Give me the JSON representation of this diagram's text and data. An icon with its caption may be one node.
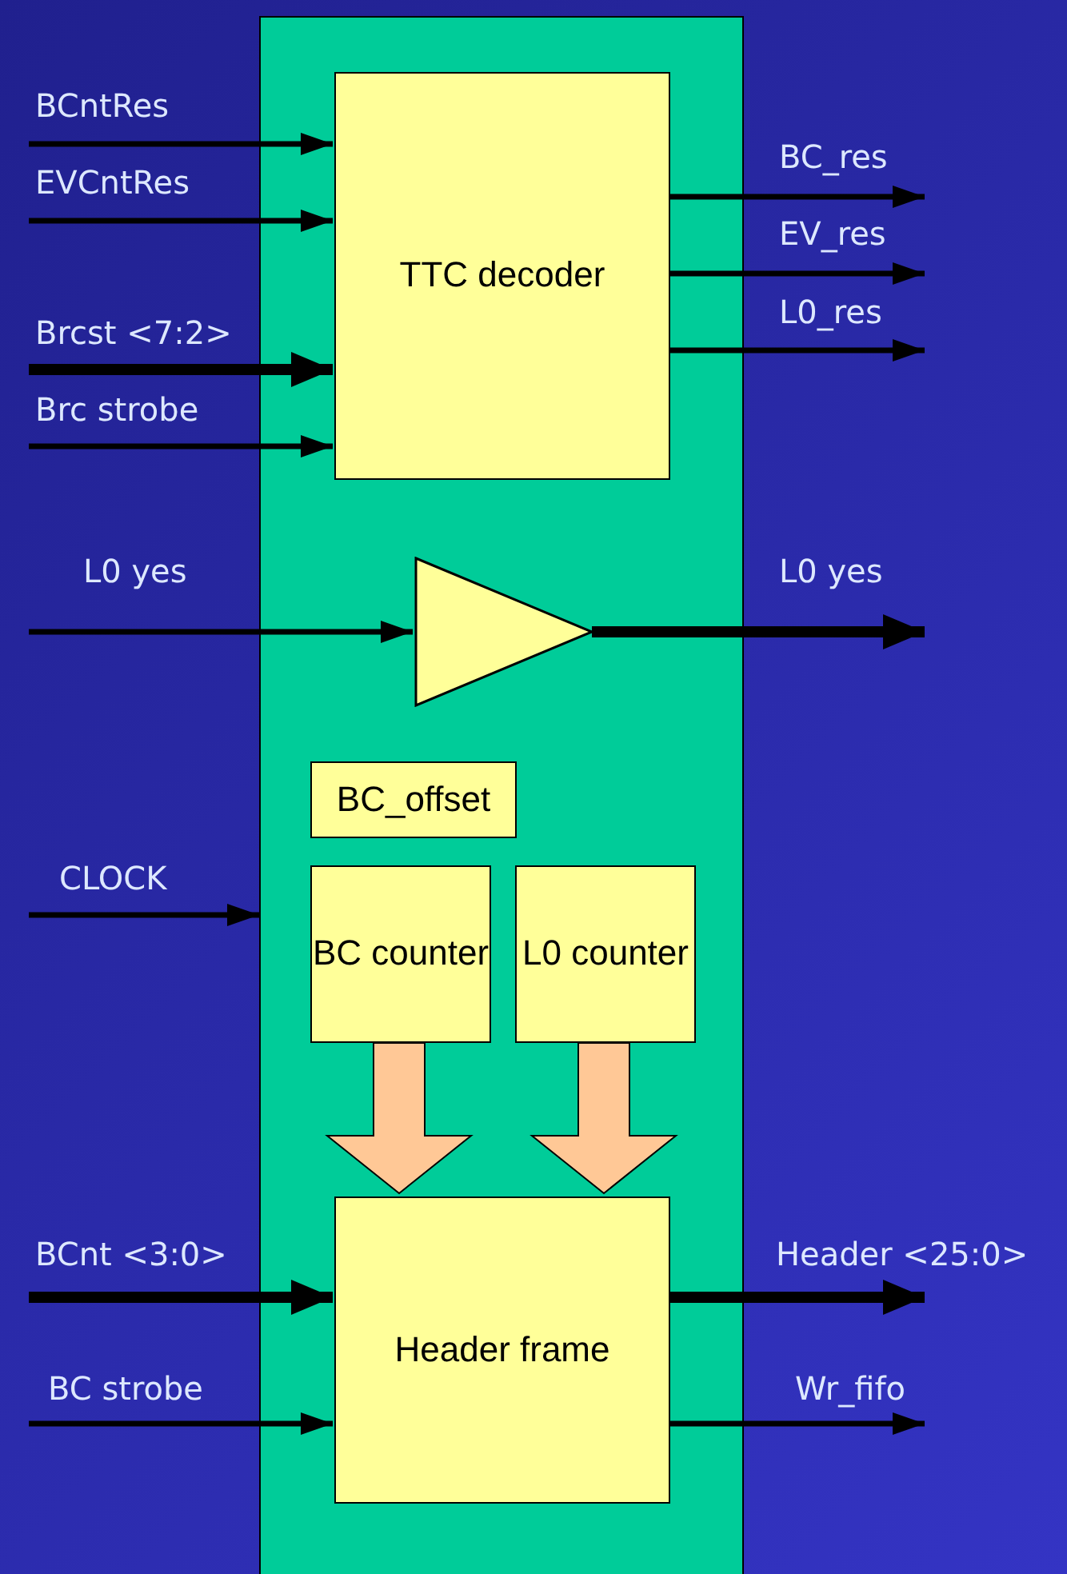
{
  "diagram": {
    "nodes": [
      {
        "text": [],
        "shape": "box"
      },
      {
        "text": [
          "TTC decoder"
        ],
        "in": 0
      },
      {
        "text": [],
        "shape": "triangle",
        "in": 0
      },
      {
        "text": [
          "BC_offset"
        ],
        "in": 0
      },
      {
        "text": [
          "BC counter"
        ],
        "in": 0
      },
      {
        "text": [
          "L0 counter"
        ],
        "in": 0
      },
      {
        "text": [
          "Header frame"
        ],
        "in": 0
      }
    ],
    "edges": [
      {
        "from": null,
        "to": 1,
        "arrow": "to",
        "label": "BCntRes"
      },
      {
        "from": null,
        "to": 1,
        "arrow": "to",
        "label": "EVCntRes"
      },
      {
        "from": null,
        "to": 1,
        "arrow": "to",
        "label": "Brcst <7:2>",
        "style": "thick"
      },
      {
        "from": null,
        "to": 1,
        "arrow": "to",
        "label": "Brc strobe"
      },
      {
        "from": 1,
        "to": null,
        "arrow": "to",
        "label": "BC_res"
      },
      {
        "from": 1,
        "to": null,
        "arrow": "to",
        "label": "EV_res"
      },
      {
        "from": 1,
        "to": null,
        "arrow": "to",
        "label": "L0_res"
      },
      {
        "from": null,
        "to": 2,
        "arrow": "to",
        "label": "L0 yes"
      },
      {
        "from": 2,
        "to": null,
        "arrow": "to",
        "label": "L0 yes",
        "style": "thick"
      },
      {
        "from": null,
        "to": 0,
        "arrow": "to",
        "label": "CLOCK"
      },
      {
        "from": 4,
        "to": 6,
        "arrow": "to",
        "style": "thick",
        "color": "#ffc896"
      },
      {
        "from": 5,
        "to": 6,
        "arrow": "to",
        "style": "thick",
        "color": "#ffc896"
      },
      {
        "from": null,
        "to": 6,
        "arrow": "to",
        "label": "BCnt <3:0>",
        "style": "thick"
      },
      {
        "from": null,
        "to": 6,
        "arrow": "to",
        "label": "BC strobe"
      },
      {
        "from": 6,
        "to": null,
        "arrow": "to",
        "label": "Header <25:0>",
        "style": "thick"
      },
      {
        "from": 6,
        "to": null,
        "arrow": "to",
        "label": "Wr_fifo"
      }
    ]
  }
}
